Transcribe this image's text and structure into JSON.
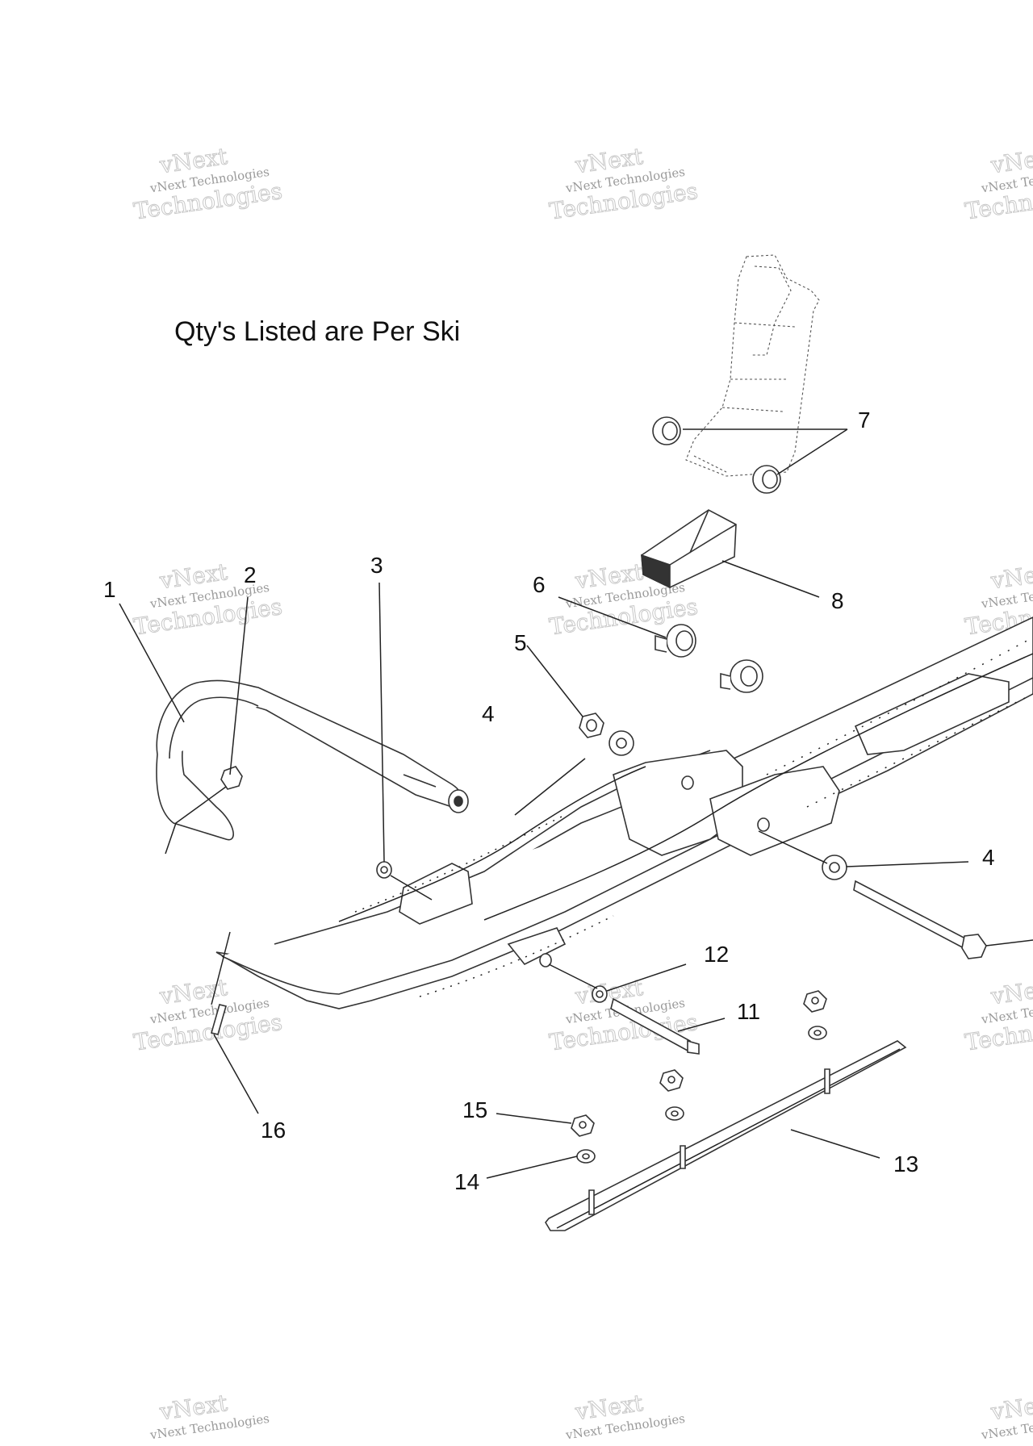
{
  "note": "Qty's Listed are Per Ski",
  "watermark": {
    "line1": "vNext Technologies",
    "line2": "vNext",
    "line3": "Technologies"
  },
  "callouts": {
    "c1": "1",
    "c2": "2",
    "c3": "3",
    "c4a": "4",
    "c4b": "4",
    "c5": "5",
    "c6": "6",
    "c7": "7",
    "c8": "8",
    "c11": "11",
    "c12": "12",
    "c13": "13",
    "c14": "14",
    "c15": "15",
    "c16": "16"
  },
  "colors": {
    "line": "#222222",
    "watermark": "#9a9a9a"
  }
}
